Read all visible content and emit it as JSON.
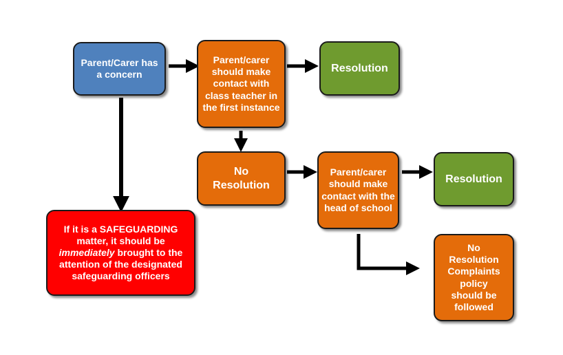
{
  "colors": {
    "blue": "#4f81bd",
    "orange": "#e46c0a",
    "green": "#6f9b2f",
    "red": "#ff0000",
    "arrow": "#000000"
  },
  "nodes": {
    "parent_concern": {
      "label": "Parent/Carer has a concern"
    },
    "contact_teacher": {
      "label": "Parent/carer should make contact with class teacher in the first instance"
    },
    "resolution_1": {
      "label": "Resolution"
    },
    "no_resolution_1": {
      "label": "No Resolution"
    },
    "contact_head": {
      "label": "Parent/carer should make contact with the head of school"
    },
    "resolution_2": {
      "label": "Resolution"
    },
    "no_resolution_2": {
      "label": "No Resolution Complaints policy should be followed"
    },
    "safeguarding": {
      "part1": "If it is a SAFEGUARDING matter, it should be ",
      "emphasis": "immediately",
      "part2": " brought to the attention of the designated safeguarding officers"
    }
  }
}
